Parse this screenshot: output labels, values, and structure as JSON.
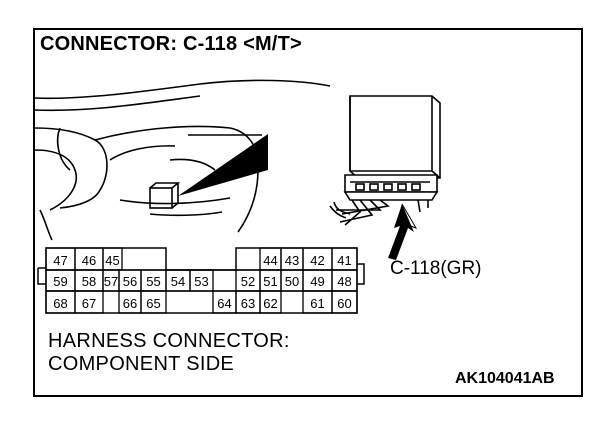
{
  "title": "CONNECTOR: C-118 <M/T>",
  "callout_label": "C-118(GR)",
  "harness": {
    "line1": "HARNESS CONNECTOR:",
    "line2": "COMPONENT SIDE"
  },
  "figure_code": "AK104041AB",
  "pins": {
    "row1": [
      "47",
      "46",
      "45",
      "",
      "",
      "44",
      "43",
      "42",
      "41"
    ],
    "row2": [
      "59",
      "58",
      "57",
      "56",
      "55",
      "54",
      "53",
      "52",
      "51",
      "50",
      "49",
      "48"
    ],
    "row3": [
      "68",
      "67",
      "",
      "66",
      "65",
      "",
      "64",
      "63",
      "62",
      "",
      "61",
      "60"
    ]
  }
}
